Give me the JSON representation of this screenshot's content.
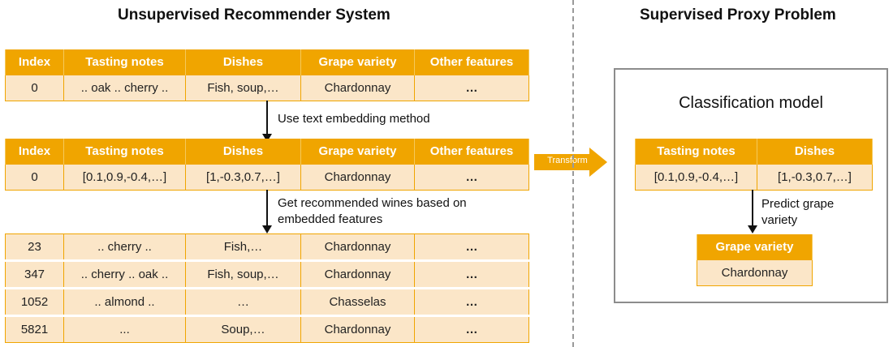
{
  "headings": {
    "left": "Unsupervised Recommender System",
    "right": "Supervised Proxy Problem"
  },
  "columns": [
    "Index",
    "Tasting notes",
    "Dishes",
    "Grape variety",
    "Other features"
  ],
  "table1": {
    "row": [
      "0",
      ".. oak .. cherry ..",
      "Fish, soup,…",
      "Chardonnay",
      "…"
    ]
  },
  "step1": "Use text embedding method",
  "table2": {
    "row": [
      "0",
      "[0.1,0.9,-0.4,…]",
      "[1,-0.3,0.7,…]",
      "Chardonnay",
      "…"
    ]
  },
  "step2": [
    "Get recommended wines based on",
    "embedded features"
  ],
  "table3": {
    "rows": [
      [
        "23",
        ".. cherry ..",
        "Fish,…",
        "Chardonnay",
        "…"
      ],
      [
        "347",
        ".. cherry .. oak ..",
        "Fish, soup,…",
        "Chardonnay",
        "…"
      ],
      [
        "1052",
        ".. almond ..",
        "…",
        "Chasselas",
        "…"
      ],
      [
        "5821",
        "...",
        "Soup,…",
        "Chardonnay",
        "…"
      ]
    ]
  },
  "transform_label": "Transform",
  "model": {
    "title": "Classification model",
    "columns": [
      "Tasting notes",
      "Dishes"
    ],
    "row": [
      "[0.1,0.9,-0.4,…]",
      "[1,-0.3,0.7,…]"
    ],
    "predict": [
      "Predict grape",
      "variety"
    ],
    "output_header": "Grape variety",
    "output_value": "Chardonnay"
  },
  "colors": {
    "accent": "#F0A500",
    "cell": "#FBE6C8",
    "divider": "#9a9a9a"
  }
}
